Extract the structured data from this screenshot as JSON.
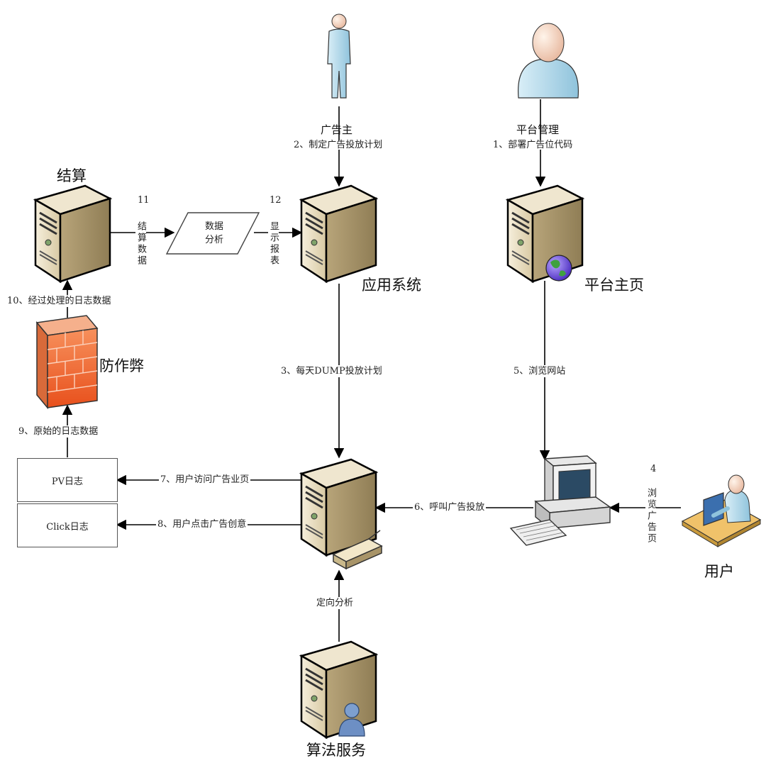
{
  "nodes": {
    "advertiser": "广告主",
    "platform_admin": "平台管理",
    "settlement": "结算",
    "app_system": "应用系统",
    "platform_home": "平台主页",
    "anti_fraud": "防作弊",
    "user": "用户",
    "algorithm_service": "算法服务",
    "data_analysis": "数据\n分析",
    "pv_log": "PV日志",
    "click_log": "Click日志"
  },
  "edges": {
    "e1": "1、部署广告位代码",
    "e2": "2、制定广告投放计划",
    "e3": "3、每天DUMP投放计划",
    "e4_num": "4",
    "e4_text": "浏览广告页",
    "e5": "5、浏览网站",
    "e6": "6、呼叫广告投放",
    "e7": "7、用户访问广告业页",
    "e8": "8、用户点击广告创意",
    "e9": "9、原始的日志数据",
    "e10": "10、经过处理的日志数据",
    "e11_num": "11",
    "e11_text": "结算数据",
    "e12_num": "12",
    "e12_text": "显示报表",
    "targeting": "定向分析"
  }
}
